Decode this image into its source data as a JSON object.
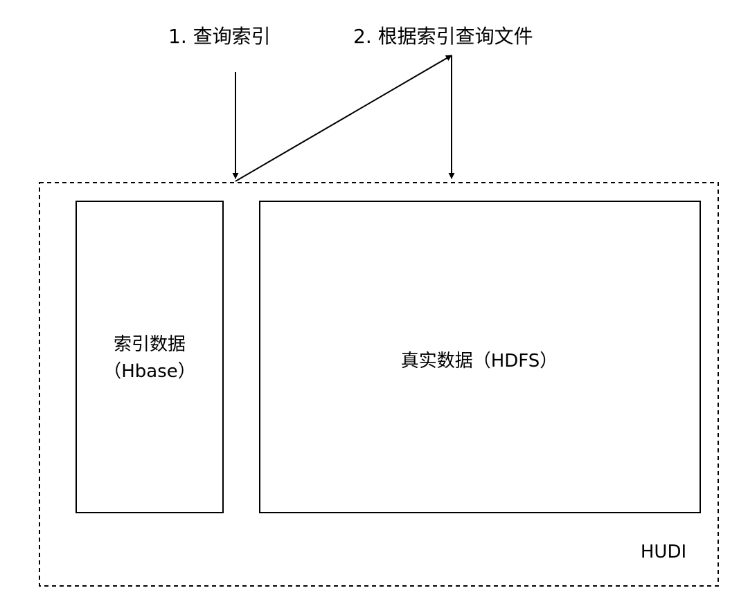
{
  "steps": {
    "step1": "1. 查询索引",
    "step2": "2. 根据索引查询文件"
  },
  "container": {
    "label": "HUDI"
  },
  "index_box": {
    "line1": "索引数据",
    "line2": "（Hbase）"
  },
  "data_box": {
    "label": "真实数据（HDFS）"
  },
  "colors": {
    "stroke": "#000000",
    "background": "#ffffff"
  }
}
